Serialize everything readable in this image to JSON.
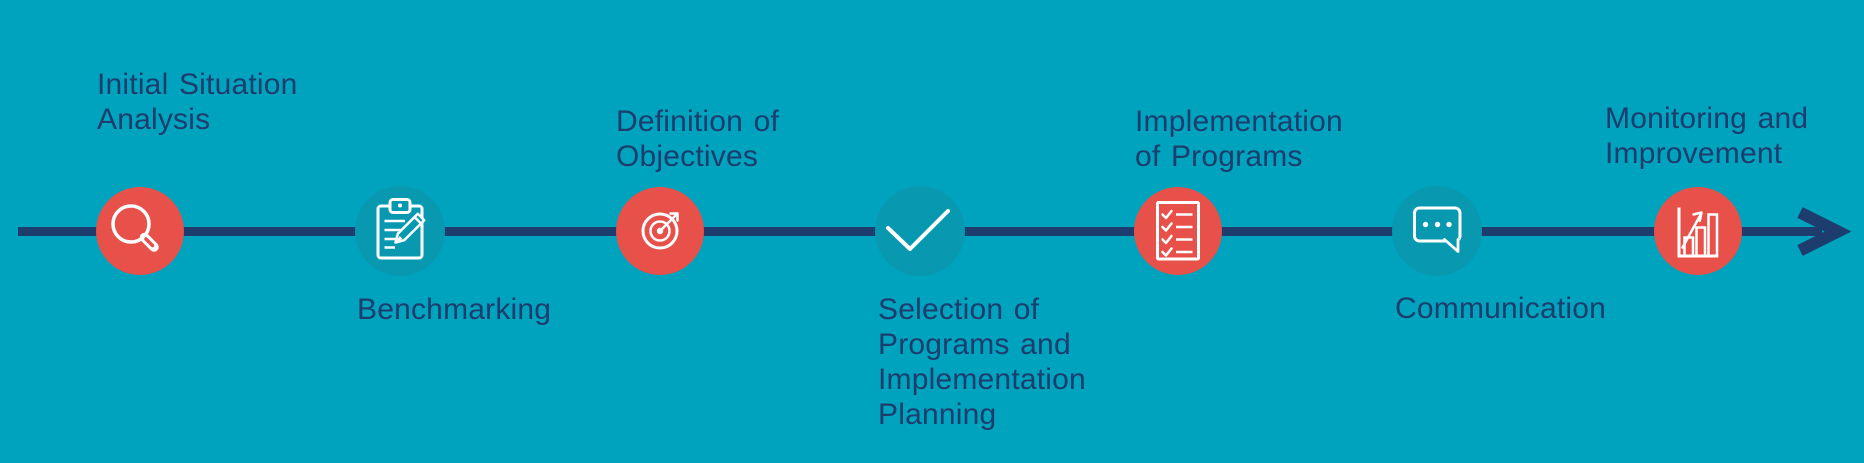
{
  "colors": {
    "background": "#00A3BE",
    "line": "#1C3D6E",
    "text": "#1C3D6E",
    "accent_circle": "#E8504A",
    "muted_circle": "#0898B0",
    "icon": "#FFFFFF"
  },
  "timeline": {
    "direction": "left-to-right",
    "arrowhead": "right"
  },
  "steps": [
    {
      "label": "Initial Situation Analysis",
      "lines": [
        "Initial Situation",
        "Analysis"
      ],
      "label_position": "above",
      "icon": "magnifier-icon",
      "emphasized": true
    },
    {
      "label": "Benchmarking",
      "lines": [
        "Benchmarking"
      ],
      "label_position": "below",
      "icon": "clipboard-pencil-icon",
      "emphasized": false
    },
    {
      "label": "Definition of Objectives",
      "lines": [
        "Definition of",
        "Objectives"
      ],
      "label_position": "above",
      "icon": "target-icon",
      "emphasized": true
    },
    {
      "label": "Selection of Programs and Implementation Planning",
      "lines": [
        "Selection of",
        "Programs and",
        "Implementation",
        "Planning"
      ],
      "label_position": "below",
      "icon": "checkmark-icon",
      "emphasized": false
    },
    {
      "label": "Implementation of Programs",
      "lines": [
        "Implementation",
        "of Programs"
      ],
      "label_position": "above",
      "icon": "checklist-icon",
      "emphasized": true
    },
    {
      "label": "Communication",
      "lines": [
        "Communication"
      ],
      "label_position": "below",
      "icon": "speech-bubble-icon",
      "emphasized": false
    },
    {
      "label": "Monitoring and Improvement",
      "lines": [
        "Monitoring and",
        "Improvement"
      ],
      "label_position": "above",
      "icon": "bar-chart-icon",
      "emphasized": true
    }
  ]
}
